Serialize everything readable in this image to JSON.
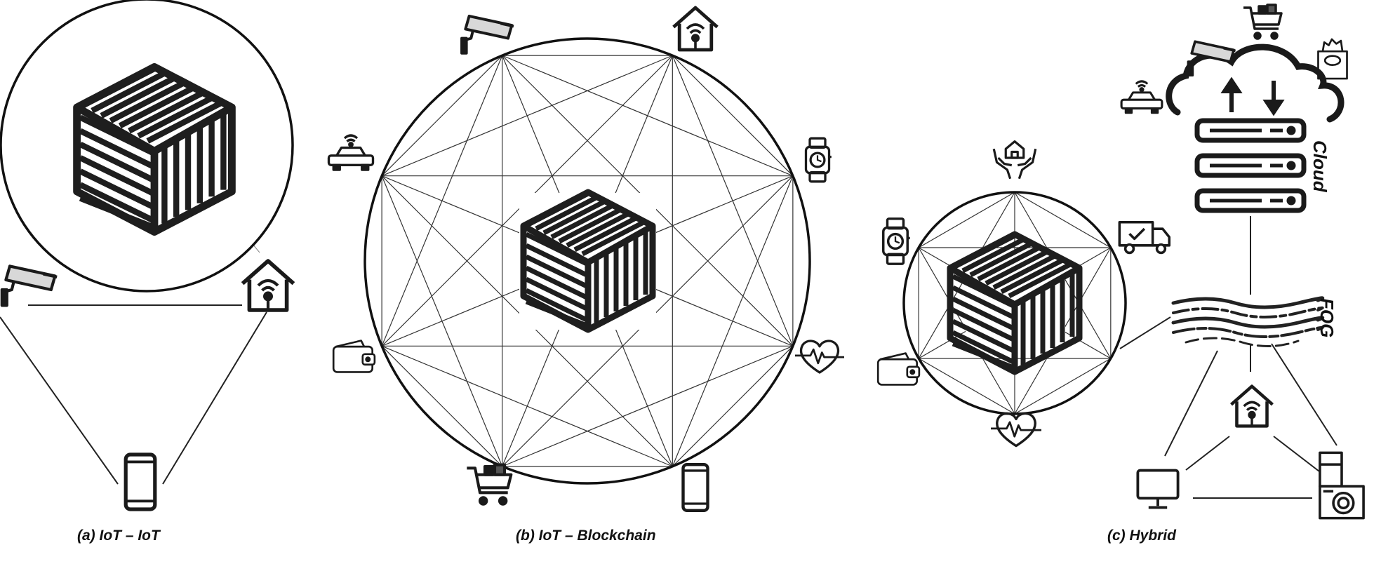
{
  "captions": {
    "a": "(a) IoT – IoT",
    "b": "(b) IoT – Blockchain",
    "c": "(c) Hybrid"
  },
  "labels": {
    "cloud": "Cloud",
    "fog": "FOG"
  },
  "panel_a": {
    "devices": [
      "cctv-camera",
      "smart-home",
      "smartphone"
    ]
  },
  "panel_b": {
    "devices": [
      "cctv-camera",
      "smart-home",
      "smartwatch",
      "heart-monitor",
      "smartphone",
      "shopping-cart",
      "wallet",
      "connected-car"
    ]
  },
  "panel_c": {
    "ring_devices": [
      "home-care",
      "delivery-truck",
      "heart-monitor",
      "wallet",
      "smartwatch"
    ],
    "cloud_devices": [
      "cctv-camera",
      "shopping-cart",
      "grocery-bag",
      "connected-car"
    ],
    "fog_devices": [
      "smart-home",
      "desktop-monitor",
      "appliances"
    ]
  },
  "colors": {
    "ink": "#1a1a1a",
    "line": "#222222"
  }
}
